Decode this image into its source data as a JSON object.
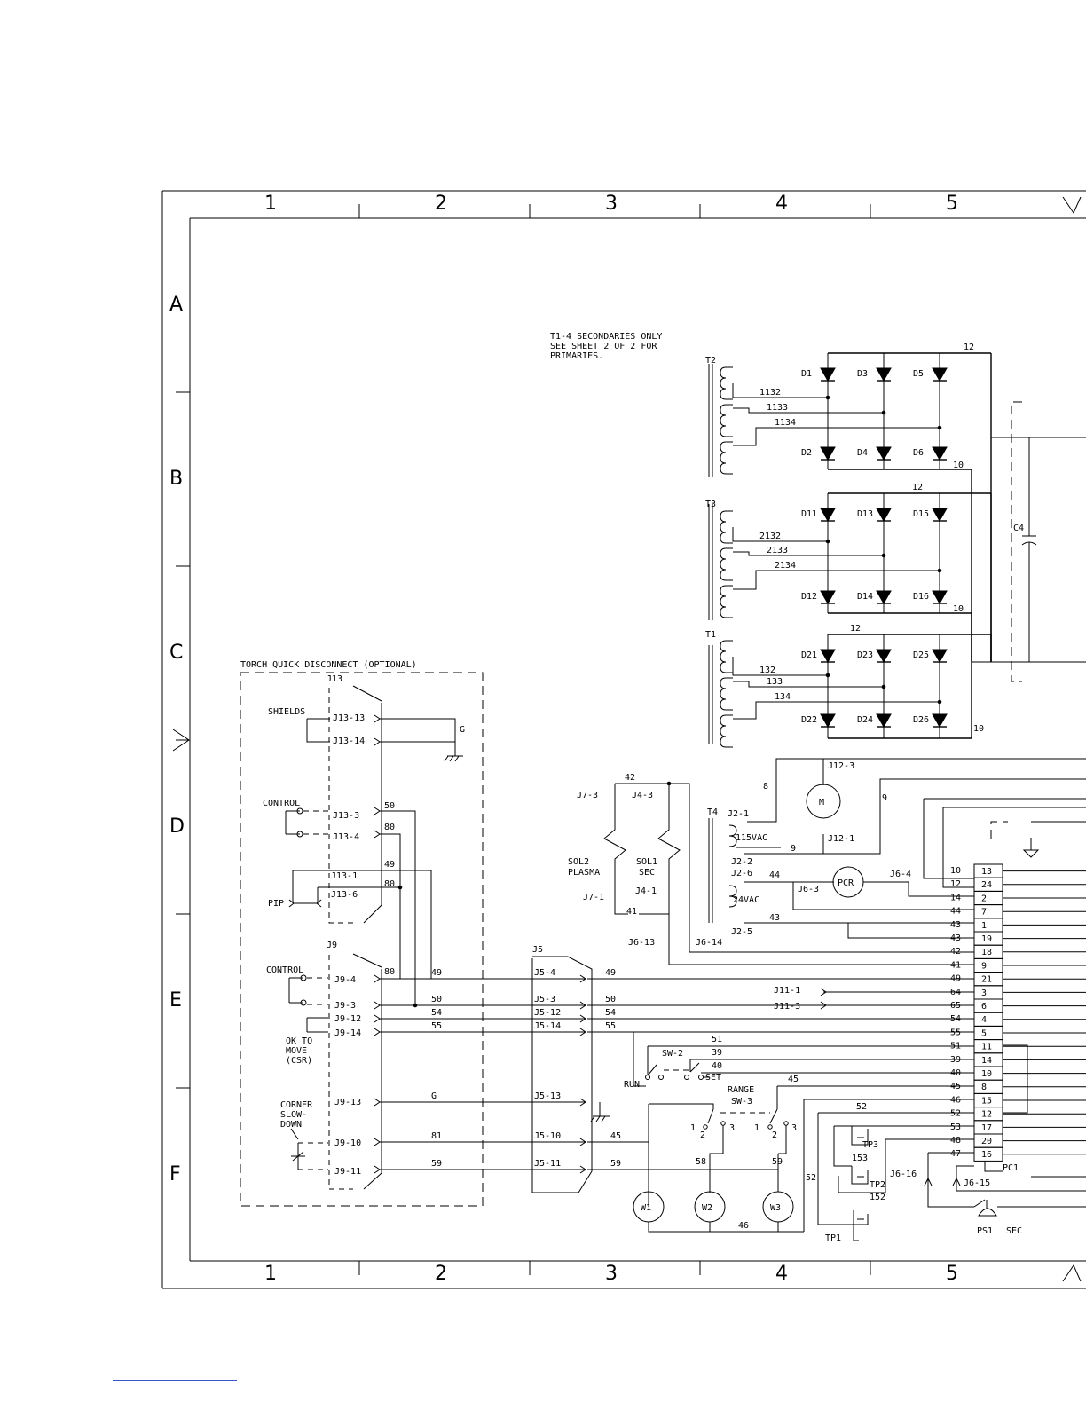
{
  "zones": {
    "columns": [
      "1",
      "2",
      "3",
      "4",
      "5"
    ],
    "rows": [
      "A",
      "B",
      "C",
      "D",
      "E",
      "F"
    ]
  },
  "notes": {
    "secondaries": [
      "T1-4 SECONDARIES ONLY",
      "SEE SHEET 2 OF 2 FOR",
      "PRIMARIES."
    ],
    "torch_box_title": "TORCH QUICK DISCONNECT (OPTIONAL)"
  },
  "transformers": {
    "t2": {
      "name": "T2",
      "wires": [
        "1132",
        "1133",
        "1134"
      ],
      "top_diodes": [
        "D1",
        "D3",
        "D5"
      ],
      "bottom_diodes": [
        "D2",
        "D4",
        "D6"
      ],
      "pos": "12",
      "neg": "10"
    },
    "t3": {
      "name": "T3",
      "wires": [
        "2132",
        "2133",
        "2134"
      ],
      "top_diodes": [
        "D11",
        "D13",
        "D15"
      ],
      "bottom_diodes": [
        "D12",
        "D14",
        "D16"
      ],
      "pos": "12",
      "neg": "10"
    },
    "t1": {
      "name": "T1",
      "wires": [
        "132",
        "133",
        "134"
      ],
      "top_diodes": [
        "D21",
        "D23",
        "D25"
      ],
      "bottom_diodes": [
        "D22",
        "D24",
        "D26"
      ],
      "pos": "12",
      "neg": "10"
    }
  },
  "capacitor": "C4",
  "torch": {
    "j13": "J13",
    "shields": "SHIELDS",
    "j13_13": "J13-13",
    "j13_14": "J13-14",
    "g": "G",
    "control1": "CONTROL",
    "j13_3": "J13-3",
    "j13_4": "J13-4",
    "j13_1": "J13-1",
    "j13_6": "J13-6",
    "pip": "PIP",
    "w50": "50",
    "w80a": "80",
    "w49": "49",
    "w80b": "80",
    "j9": "J9",
    "control2": "CONTROL",
    "j9_4": "J9-4",
    "w80c": "80",
    "j9_3": "J9-3",
    "j9_12": "J9-12",
    "j9_14": "J9-14",
    "ok_to_move": [
      "OK TO",
      "MOVE",
      "(CSR)"
    ],
    "corner": [
      "CORNER",
      "SLOW-",
      "DOWN"
    ],
    "j9_13": "J9-13",
    "j9_10": "J9-10",
    "j9_11": "J9-11"
  },
  "j5": {
    "name": "J5",
    "pins": [
      "J5-4",
      "J5-3",
      "J5-12",
      "J5-14",
      "J5-13",
      "J5-10",
      "J5-11"
    ],
    "left_wires": [
      "49",
      "50",
      "54",
      "55",
      "G",
      "81",
      "59"
    ],
    "right_wires": [
      "49",
      "50",
      "54",
      "55",
      "45",
      "59"
    ]
  },
  "solenoids": {
    "j7_3": "J7-3",
    "j4_3": "J4-3",
    "w42": "42",
    "sol2": [
      "SOL2",
      "PLASMA"
    ],
    "sol1": [
      "SOL1",
      "SEC"
    ],
    "j4_1": "J4-1",
    "j7_1": "J7-1",
    "w41": "41",
    "j6_13": "J6-13",
    "j6_14": "J6-14"
  },
  "t4": {
    "name": "T4",
    "j2_1": "J2-1",
    "v115": "115VAC",
    "w9a": "9",
    "w8": "8",
    "j12_3": "J12-3",
    "m": "M",
    "j12_1": "J12-1",
    "w9b": "9",
    "j2_2": "J2-2",
    "j2_6": "J2-6",
    "w44": "44",
    "j6_3": "J6-3",
    "pcr": "PCR",
    "j6_4": "J6-4",
    "v24": "24VAC",
    "w43": "43",
    "j2_5": "J2-5"
  },
  "terminal": {
    "wires": [
      "10",
      "12",
      "14",
      "44",
      "43",
      "43",
      "42",
      "41",
      "49",
      "64",
      "65",
      "54",
      "55",
      "51",
      "39",
      "40",
      "45",
      "46",
      "52",
      "53",
      "48",
      "47"
    ],
    "pins": [
      "13",
      "24",
      "2",
      "7",
      "1",
      "19",
      "18",
      "9",
      "21",
      "3",
      "6",
      "4",
      "5",
      "11",
      "14",
      "10",
      "8",
      "15",
      "12",
      "17",
      "20",
      "16"
    ],
    "name": "PC1"
  },
  "controls": {
    "j11_1": "J11-1",
    "j11_3": "J11-3",
    "w51": "51",
    "sw2": "SW-2",
    "w39": "39",
    "w40": "40",
    "run": "RUN",
    "set": "SET",
    "w45": "45",
    "range": [
      "RANGE",
      "SW-3"
    ],
    "pole_labels": [
      "1",
      "2",
      "3"
    ],
    "w52a": "52",
    "w58": "58",
    "w59": "59",
    "w1": "W1",
    "w2": "W2",
    "w3": "W3",
    "w46": "46",
    "w52b": "52",
    "tp3": "TP3",
    "w153": "153",
    "tp2": "TP2",
    "w152": "152",
    "tp1": "TP1",
    "j6_16": "J6-16",
    "j6_15": "J6-15",
    "ps1": "PS1",
    "sec": "SEC"
  }
}
